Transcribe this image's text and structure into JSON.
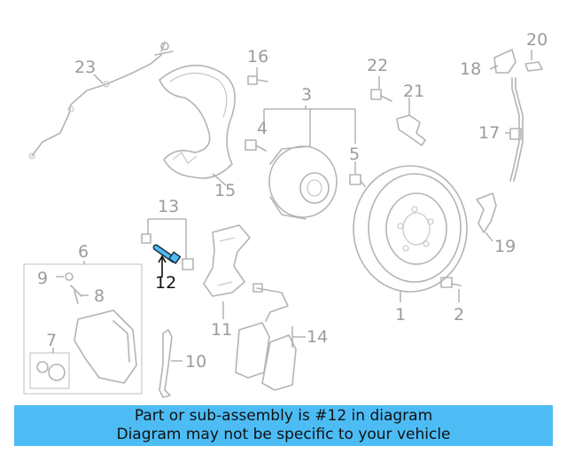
{
  "diagram": {
    "highlight_color": "#4dbcf5",
    "callouts": {
      "p1": "1",
      "p2": "2",
      "p3": "3",
      "p4": "4",
      "p5": "5",
      "p6": "6",
      "p7": "7",
      "p8": "8",
      "p9": "9",
      "p10": "10",
      "p11": "11",
      "p12": "12",
      "p13": "13",
      "p14": "14",
      "p15": "15",
      "p16": "16",
      "p17": "17",
      "p18": "18",
      "p19": "19",
      "p20": "20",
      "p21": "21",
      "p22": "22",
      "p23": "23"
    }
  },
  "banner": {
    "line1": "Part or sub-assembly is #12 in diagram",
    "line2": "Diagram may not be specific to your vehicle",
    "background": "#4dbcf5"
  }
}
